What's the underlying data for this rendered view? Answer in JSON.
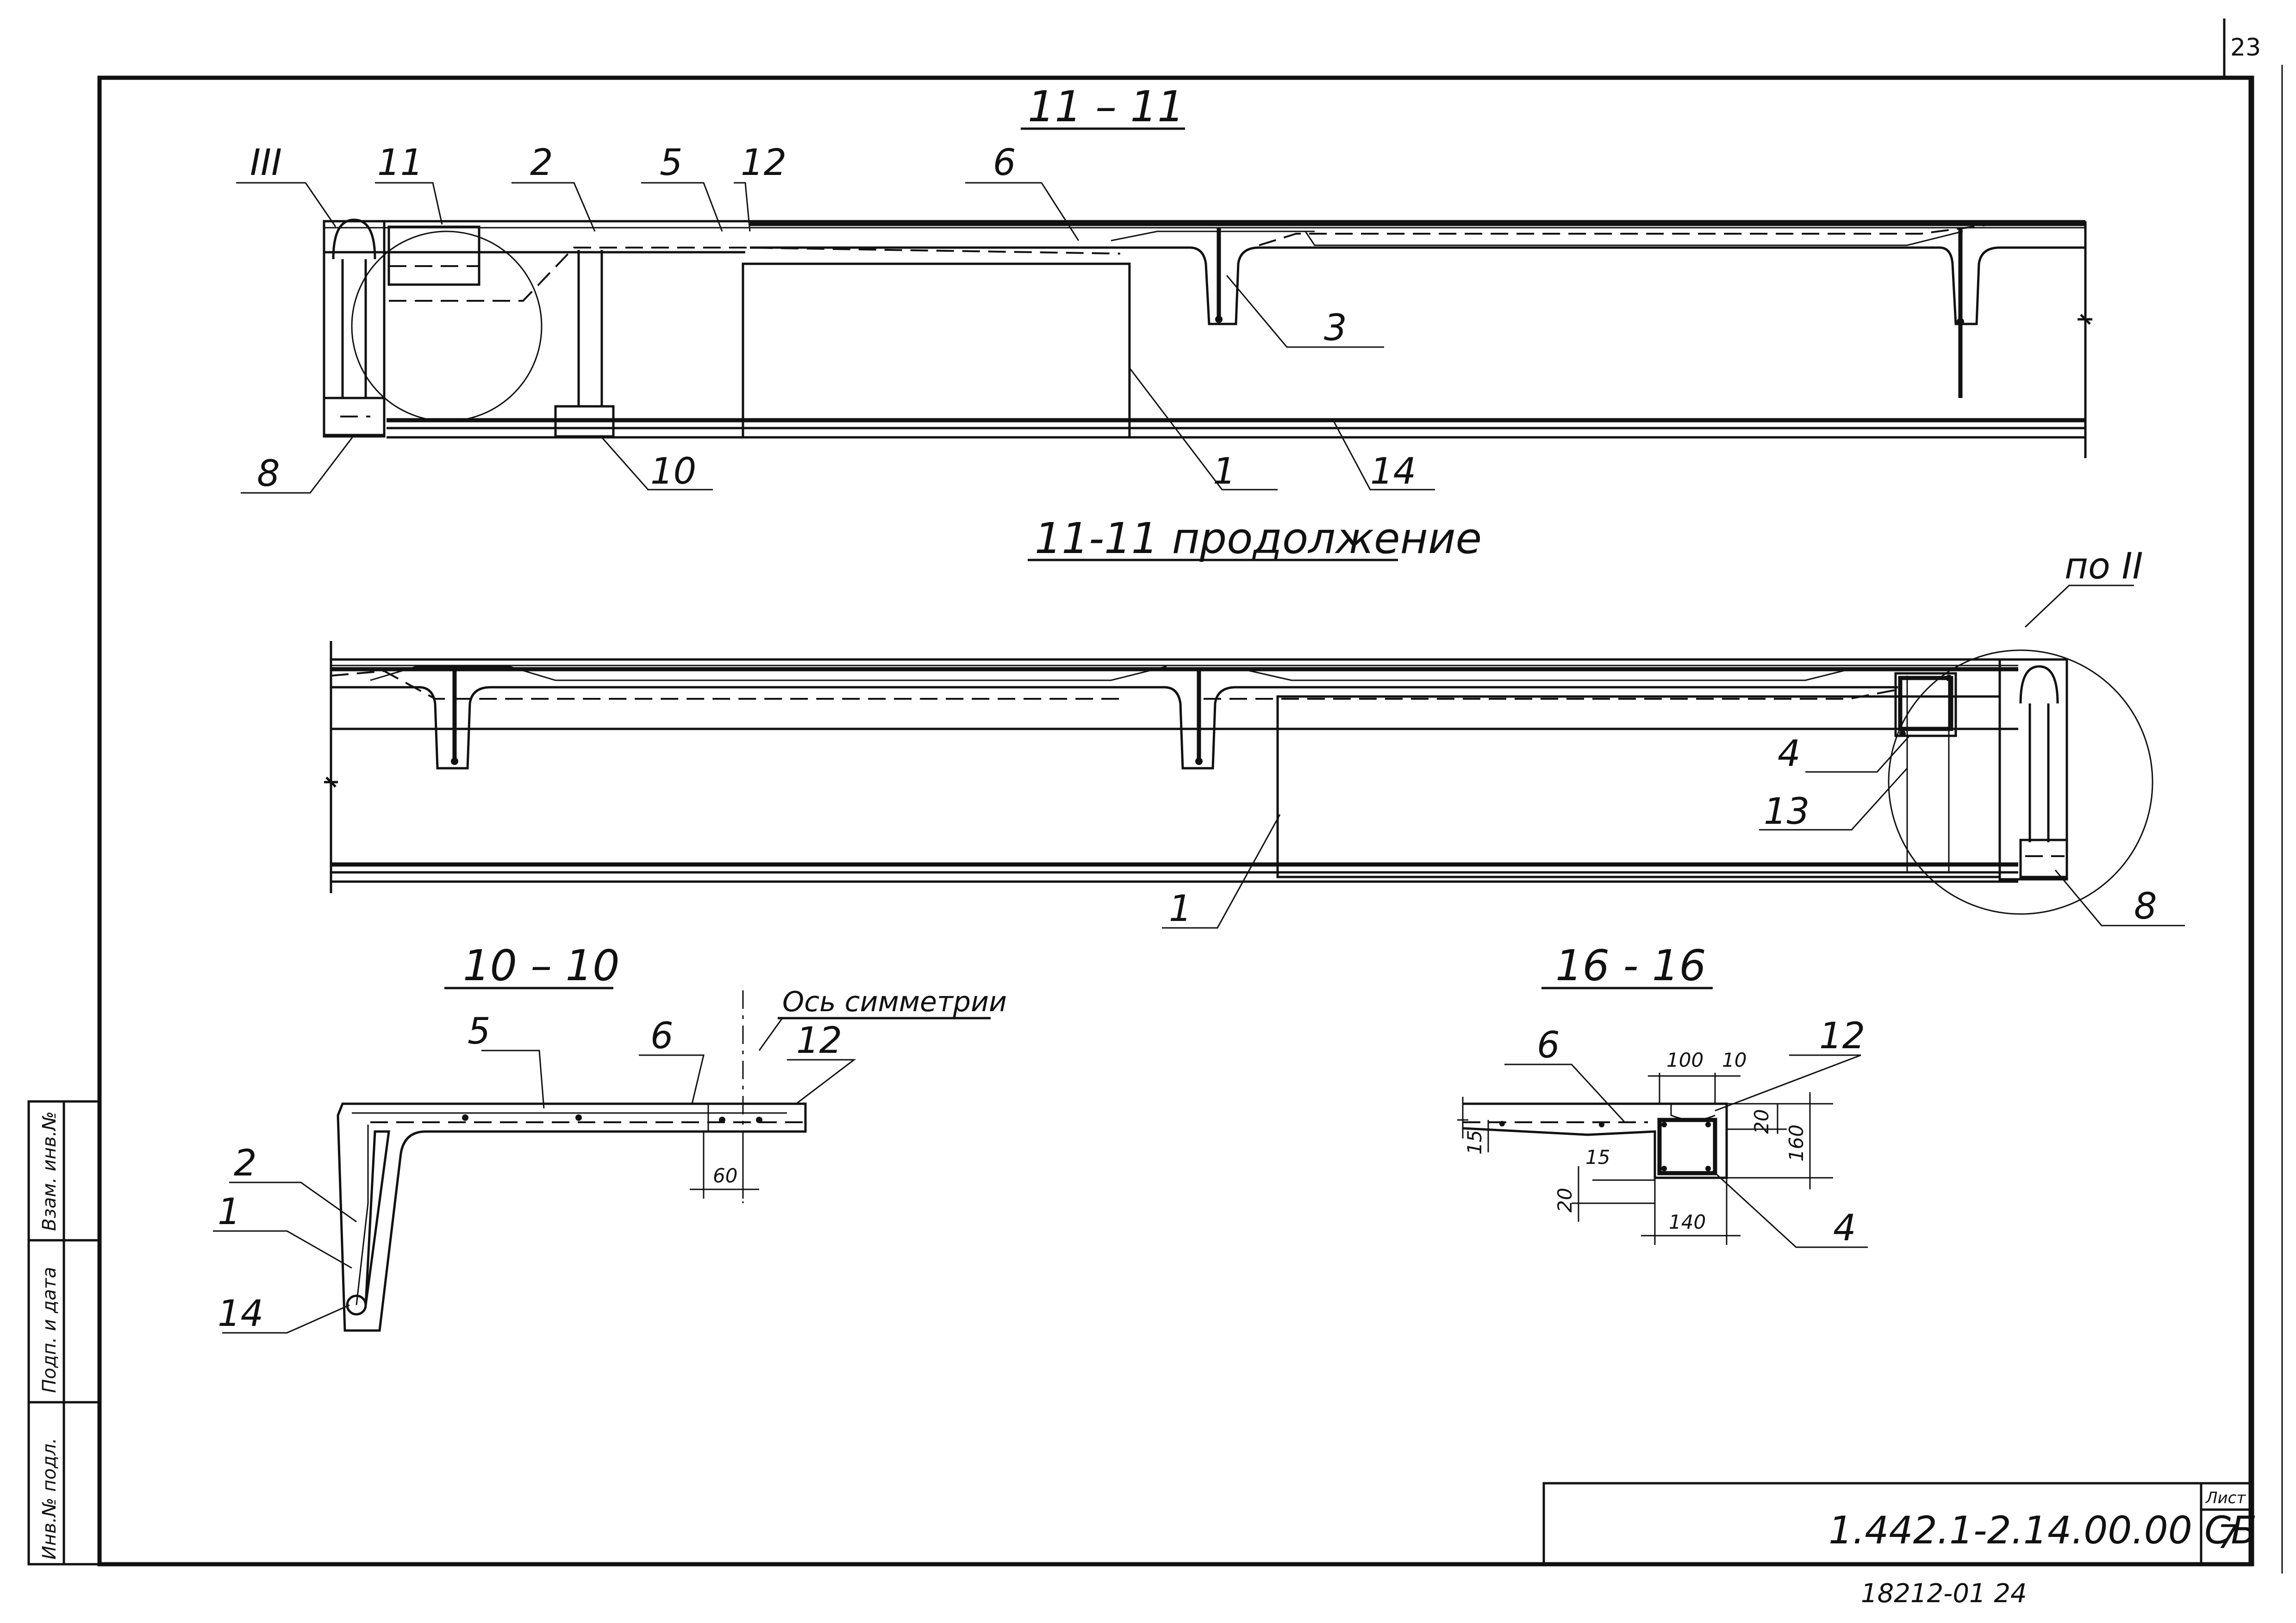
{
  "sheet": {
    "corner_number": "23",
    "doc_code": "1.442.1-2.14.00.00 СБ",
    "sheet_label": "Лист",
    "sheet_number": "7",
    "archive_number": "18212-01   24",
    "side_stamp": [
      "Инв.№ подл.",
      "Подп. и дата",
      "Взам. инв.№"
    ]
  },
  "views": {
    "section_11": {
      "title": "11 – 11",
      "callouts": [
        "III",
        "11",
        "2",
        "5",
        "12",
        "6",
        "3",
        "1",
        "14",
        "10",
        "8"
      ]
    },
    "section_11_cont": {
      "title": "11-11 продолжение",
      "callouts": [
        "по II",
        "4",
        "13",
        "1",
        "8"
      ]
    },
    "section_10": {
      "title": "10 – 10",
      "axis_note": "Ось симметрии",
      "callouts": [
        "5",
        "6",
        "12",
        "2",
        "1",
        "14"
      ],
      "dims": [
        "60"
      ]
    },
    "section_16": {
      "title": "16 - 16",
      "callouts": [
        "6",
        "12",
        "4"
      ],
      "dims": [
        "100",
        "10",
        "20",
        "160",
        "15",
        "15",
        "20",
        "140"
      ]
    }
  }
}
